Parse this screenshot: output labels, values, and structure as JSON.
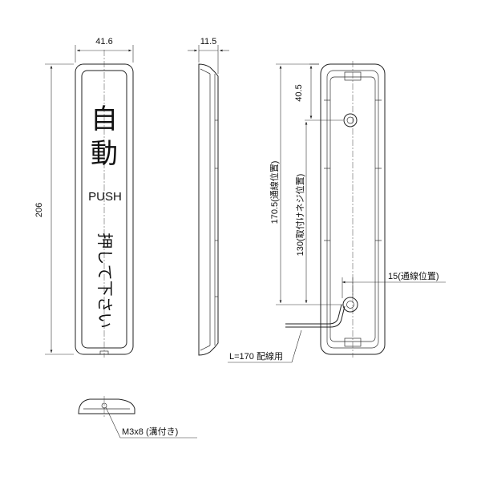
{
  "front_view": {
    "width_label": "41.6",
    "height_label": "206",
    "kanji_1": "自",
    "kanji_2": "動",
    "push_label": "PUSH",
    "push_text_jp": "押して下さい"
  },
  "side_view": {
    "depth_label": "11.5"
  },
  "back_view": {
    "dim_top": "40.5",
    "dim_wiring_position": "170.5(通線位置)",
    "dim_screw_position": "130(取付けネジ位置)",
    "dim_wiring_offset": "15(通線位置)",
    "cable_label": "L=170 配線用"
  },
  "bottom_view": {
    "screw_label": "M3x8 (溝付き)"
  }
}
